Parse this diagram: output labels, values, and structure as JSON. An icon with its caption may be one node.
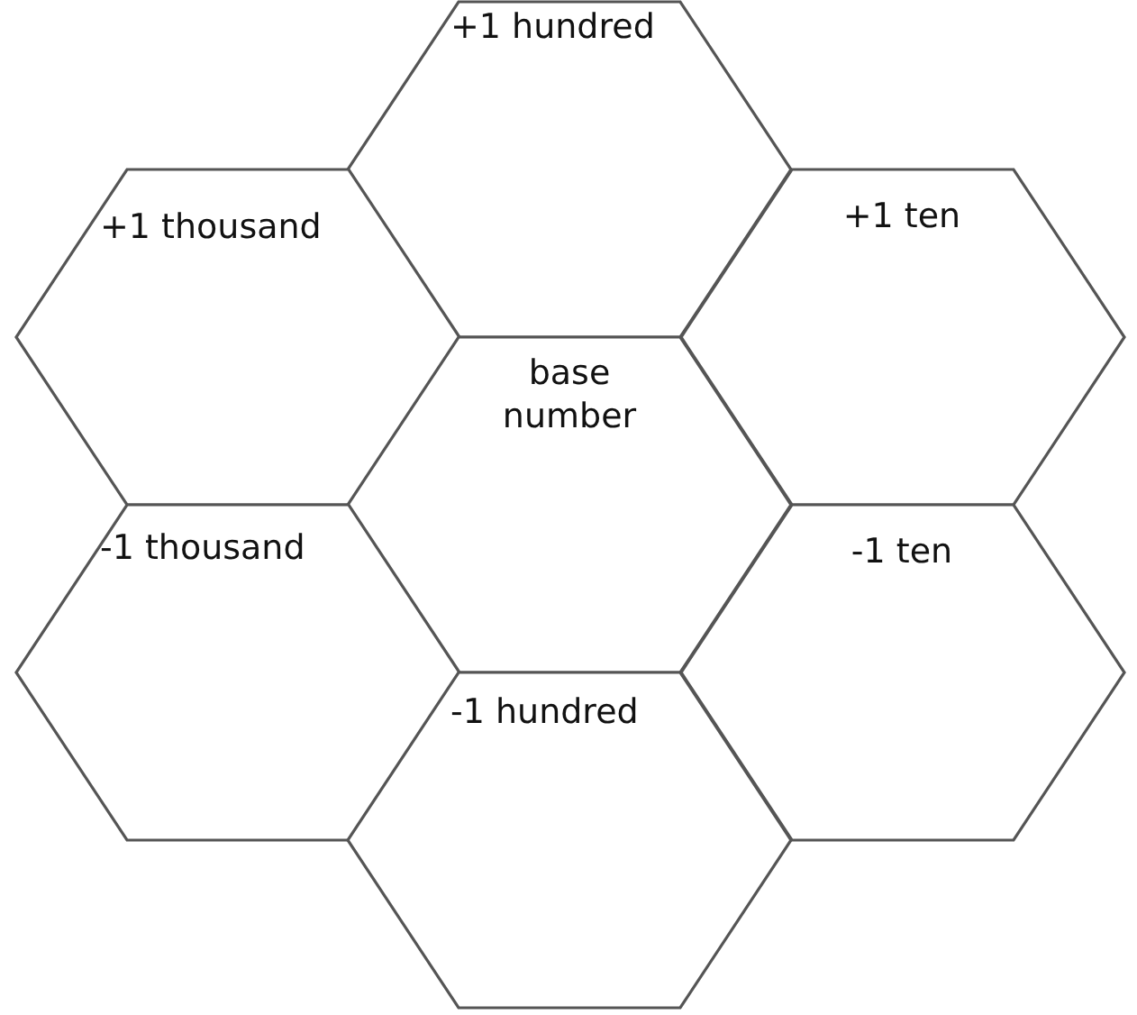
{
  "diagram": {
    "nodes": [
      {
        "text": [
          "+1 hundred"
        ]
      },
      {
        "text": [
          "+1 thousand"
        ]
      },
      {
        "text": [
          "+1 ten"
        ]
      },
      {
        "text": [
          "base number"
        ]
      },
      {
        "text": [
          "-1 thousand"
        ]
      },
      {
        "text": [
          "-1 ten"
        ]
      },
      {
        "text": [
          "-1 hundred"
        ]
      }
    ]
  }
}
